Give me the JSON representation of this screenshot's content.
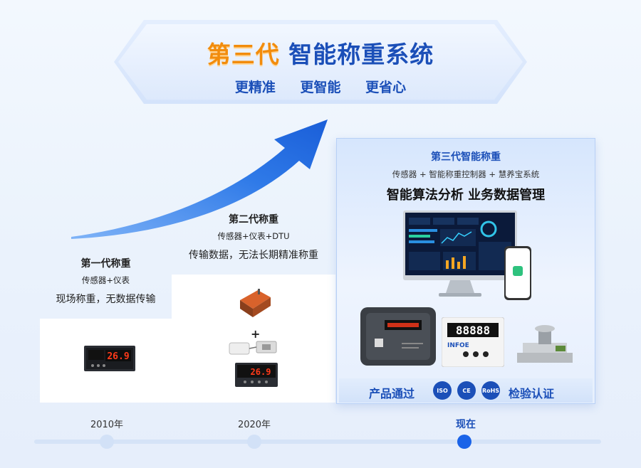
{
  "header": {
    "title_highlight": "第三代",
    "title_rest": "智能称重系统",
    "taglines": [
      "更精准",
      "更智能",
      "更省心"
    ]
  },
  "gen1": {
    "title": "第一代称重",
    "components": "传感器+仪表",
    "description": "现场称重，无数据传输",
    "display_reading": "26.9"
  },
  "gen2": {
    "title": "第二代称重",
    "components": "传感器+仪表+DTU",
    "description": "传输数据，无法长期精准称重",
    "plus": "+",
    "display_reading": "26.9"
  },
  "gen3": {
    "title": "第三代智能称重",
    "components": "传感器 + 智能称重控制器 + 慧养宝系统",
    "description": "智能算法分析  业务数据管理",
    "controller_digits": "88888",
    "controller_brand": "INFOE",
    "certification": {
      "prefix": "产品通过",
      "suffix": "检验认证",
      "badges": [
        "ISO",
        "CE",
        "RoHS"
      ]
    }
  },
  "timeline": {
    "points": [
      "2010年",
      "2020年",
      "现在"
    ],
    "active_index": 2
  },
  "colors": {
    "brand_blue": "#1b4fb8",
    "highlight_orange": "#f28c0c",
    "active_dot": "#1a63e8",
    "led_red": "#ff3a1a"
  }
}
